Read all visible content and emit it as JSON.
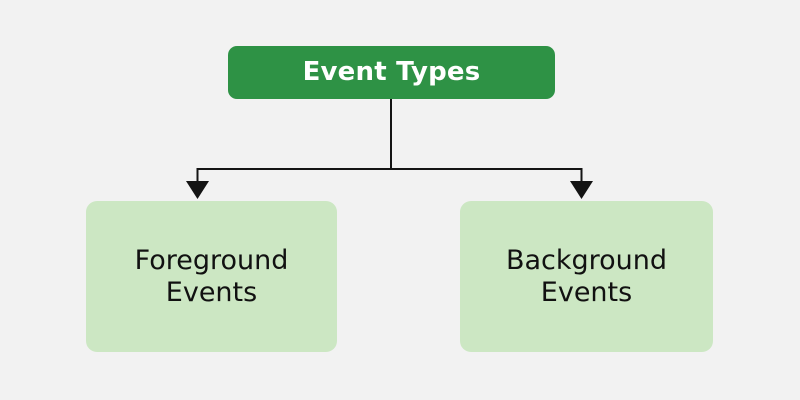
{
  "diagram": {
    "type": "hierarchy-tree",
    "background_color": "#f2f2f2",
    "root": {
      "id": "event-types",
      "label": "Event Types",
      "fill_color": "#2e9245",
      "text_color": "#ffffff"
    },
    "children": [
      {
        "id": "foreground-events",
        "label": "Foreground\nEvents",
        "fill_color": "#cce7c3",
        "text_color": "#111111"
      },
      {
        "id": "background-events",
        "label": "Background\nEvents",
        "fill_color": "#cce7c3",
        "text_color": "#111111"
      }
    ],
    "connectors": {
      "line_color": "#141414",
      "arrow_style": "filled-triangle",
      "count": 2
    }
  }
}
